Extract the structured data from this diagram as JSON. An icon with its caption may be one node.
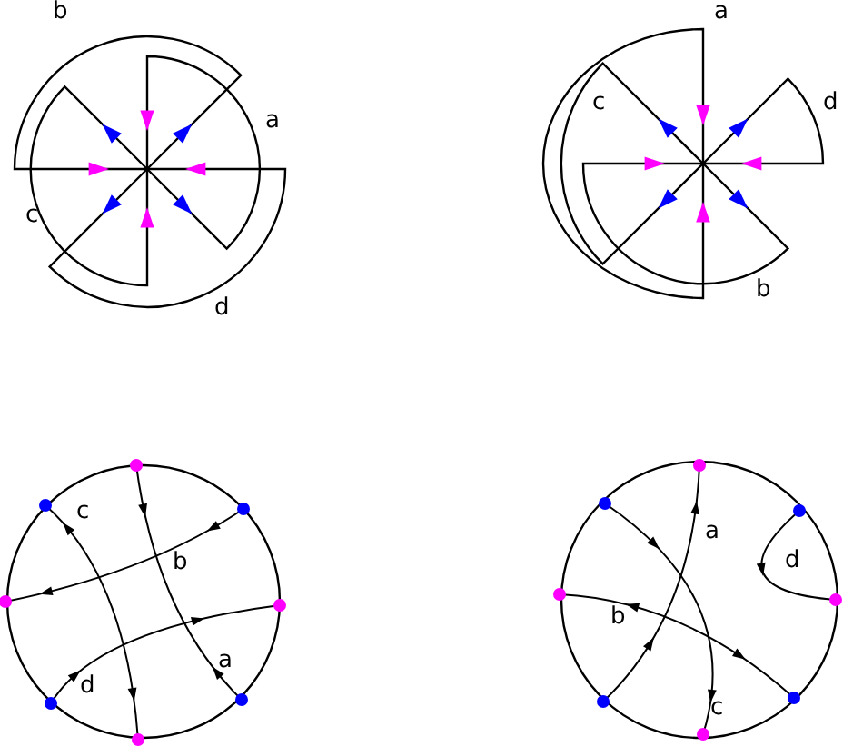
{
  "diagram": {
    "labels": [
      "b",
      "a",
      "c",
      "d",
      "a",
      "c",
      "d",
      "b",
      "c",
      "b",
      "a",
      "d",
      "a",
      "d",
      "b",
      "c"
    ]
  }
}
